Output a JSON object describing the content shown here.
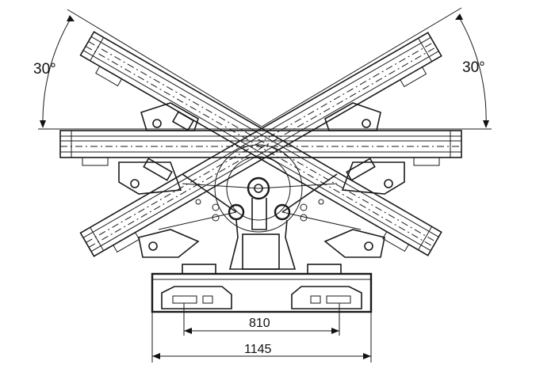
{
  "drawing": {
    "dimensions": {
      "inner_width": "810",
      "outer_width": "1145"
    },
    "angles": {
      "left_tilt": "30°",
      "right_tilt": "30°"
    }
  }
}
